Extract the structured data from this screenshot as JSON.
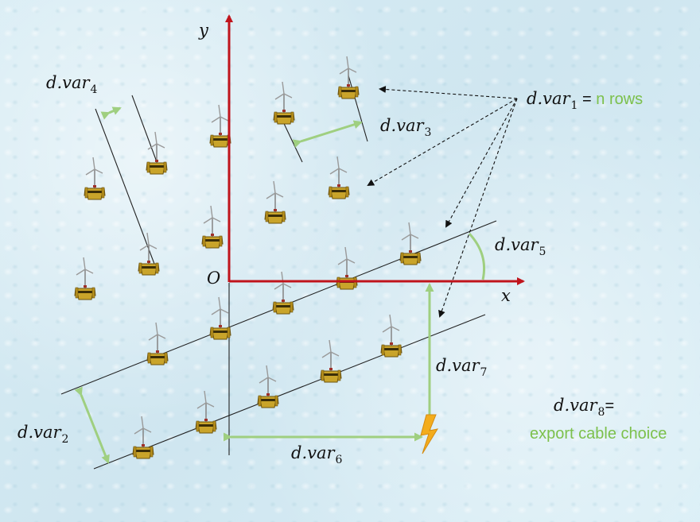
{
  "axes": {
    "x_label": "x",
    "y_label": "y",
    "origin_label": "O"
  },
  "variables": {
    "v1": {
      "main": "d.var",
      "sub": "1",
      "eq": " = ",
      "note": "n rows"
    },
    "v2": {
      "main": "d.var",
      "sub": "2"
    },
    "v3": {
      "main": "d.var",
      "sub": "3"
    },
    "v4": {
      "main": "d.var",
      "sub": "4"
    },
    "v5": {
      "main": "d.var",
      "sub": "5"
    },
    "v6": {
      "main": "d.var",
      "sub": "6"
    },
    "v7": {
      "main": "d.var",
      "sub": "7"
    },
    "v8": {
      "main": "d.var",
      "sub": "8",
      "eq": "=",
      "note": "export cable choice"
    }
  },
  "colors": {
    "axis": "#c0141c",
    "annotation_green": "#9fcf80",
    "note_green": "#7cc04b",
    "row_line": "#222222",
    "turbine_base": "#c9a42a",
    "lightning": "#f3ac1c"
  },
  "icons": {
    "turbine": "wind-turbine-icon",
    "substation": "lightning-bolt-icon"
  }
}
